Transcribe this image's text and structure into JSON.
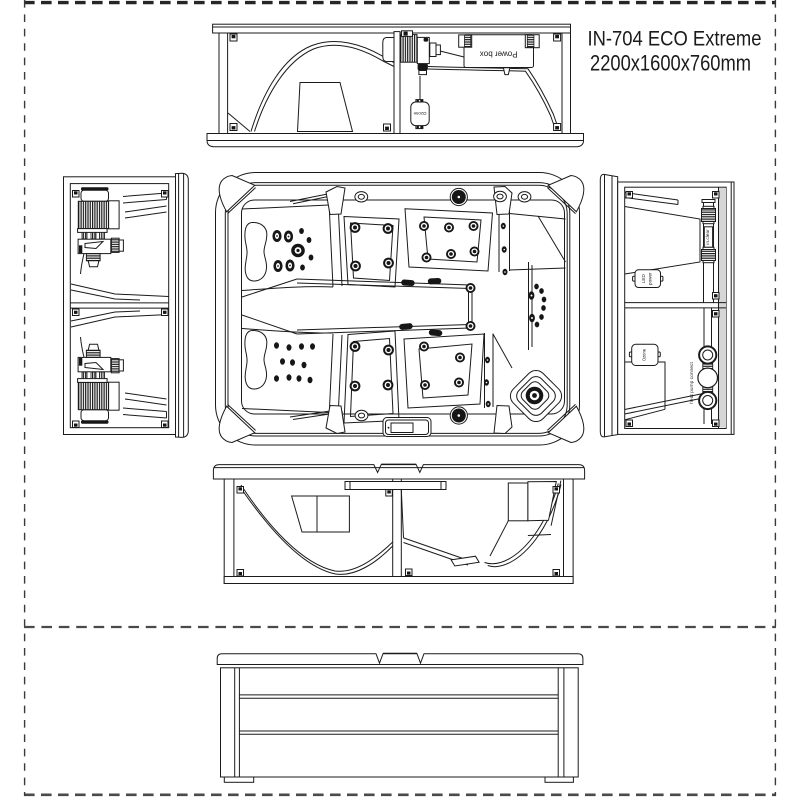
{
  "title": {
    "model": "IN-704 ECO Extreme",
    "dimensions": "2200x1600x760mm"
  },
  "labels": {
    "power_box": "Power box",
    "ozone_rear": "Ozone",
    "ozone_right": "Ozone",
    "led_line1": "LED",
    "led_line2": "power",
    "in_clear": "in.clear",
    "heat_pump_connect": "heat pump connect"
  },
  "colors": {
    "line": "#1b1b1b",
    "border_dash": "#3a3a3a",
    "background": "#ffffff"
  }
}
